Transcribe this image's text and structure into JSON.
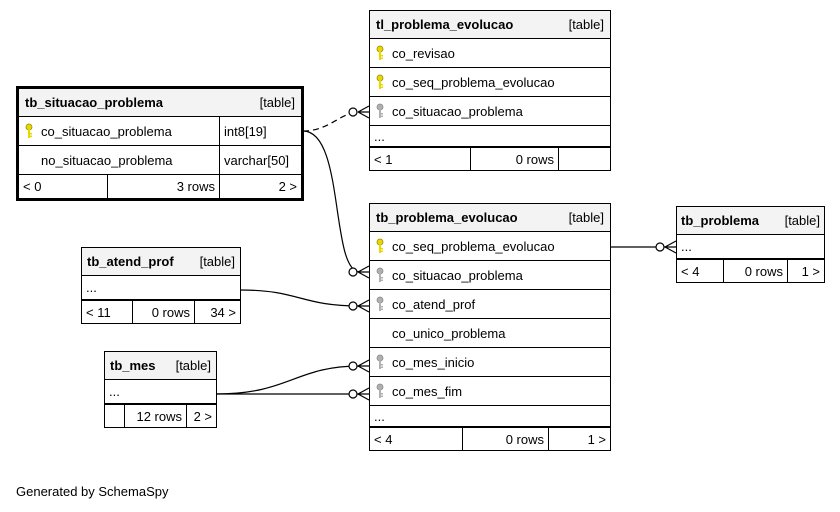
{
  "tables": {
    "tl_problema_evolucao": {
      "name": "tl_problema_evolucao",
      "tag": "[table]",
      "columns": [
        {
          "name": "co_revisao",
          "key": "primary"
        },
        {
          "name": "co_seq_problema_evolucao",
          "key": "primary"
        },
        {
          "name": "co_situacao_problema",
          "key": "foreign"
        },
        {
          "name": "...",
          "key": "none"
        }
      ],
      "footer": {
        "left": "< 1",
        "mid": "0 rows",
        "right": ""
      }
    },
    "tb_situacao_problema": {
      "name": "tb_situacao_problema",
      "tag": "[table]",
      "columns": [
        {
          "name": "co_situacao_problema",
          "type": "int8[19]",
          "key": "primary"
        },
        {
          "name": "no_situacao_problema",
          "type": "varchar[50]",
          "key": "none"
        }
      ],
      "footer": {
        "left": "< 0",
        "mid": "3 rows",
        "right": "2 >"
      }
    },
    "tb_problema_evolucao": {
      "name": "tb_problema_evolucao",
      "tag": "[table]",
      "columns": [
        {
          "name": "co_seq_problema_evolucao",
          "key": "primary"
        },
        {
          "name": "co_situacao_problema",
          "key": "foreign"
        },
        {
          "name": "co_atend_prof",
          "key": "foreign"
        },
        {
          "name": "co_unico_problema",
          "key": "none"
        },
        {
          "name": "co_mes_inicio",
          "key": "foreign"
        },
        {
          "name": "co_mes_fim",
          "key": "foreign"
        },
        {
          "name": "...",
          "key": "none"
        }
      ],
      "footer": {
        "left": "< 4",
        "mid": "0 rows",
        "right": "1 >"
      }
    },
    "tb_problema": {
      "name": "tb_problema",
      "tag": "[table]",
      "columns": [
        {
          "name": "...",
          "key": "none"
        }
      ],
      "footer": {
        "left": "< 4",
        "mid": "0 rows",
        "right": "1 >"
      }
    },
    "tb_atend_prof": {
      "name": "tb_atend_prof",
      "tag": "[table]",
      "columns": [
        {
          "name": "...",
          "key": "none"
        }
      ],
      "footer": {
        "left": "< 11",
        "mid": "0 rows",
        "right": "34 >"
      }
    },
    "tb_mes": {
      "name": "tb_mes",
      "tag": "[table]",
      "columns": [
        {
          "name": "...",
          "key": "none"
        }
      ],
      "footer": {
        "left": "",
        "mid": "12 rows",
        "right": "2 >"
      }
    }
  },
  "colors": {
    "primary_key": "#e8d800",
    "foreign_key": "#b0b0b0",
    "header_bg": "#f3f3f3"
  },
  "generated_by": "Generated by SchemaSpy"
}
